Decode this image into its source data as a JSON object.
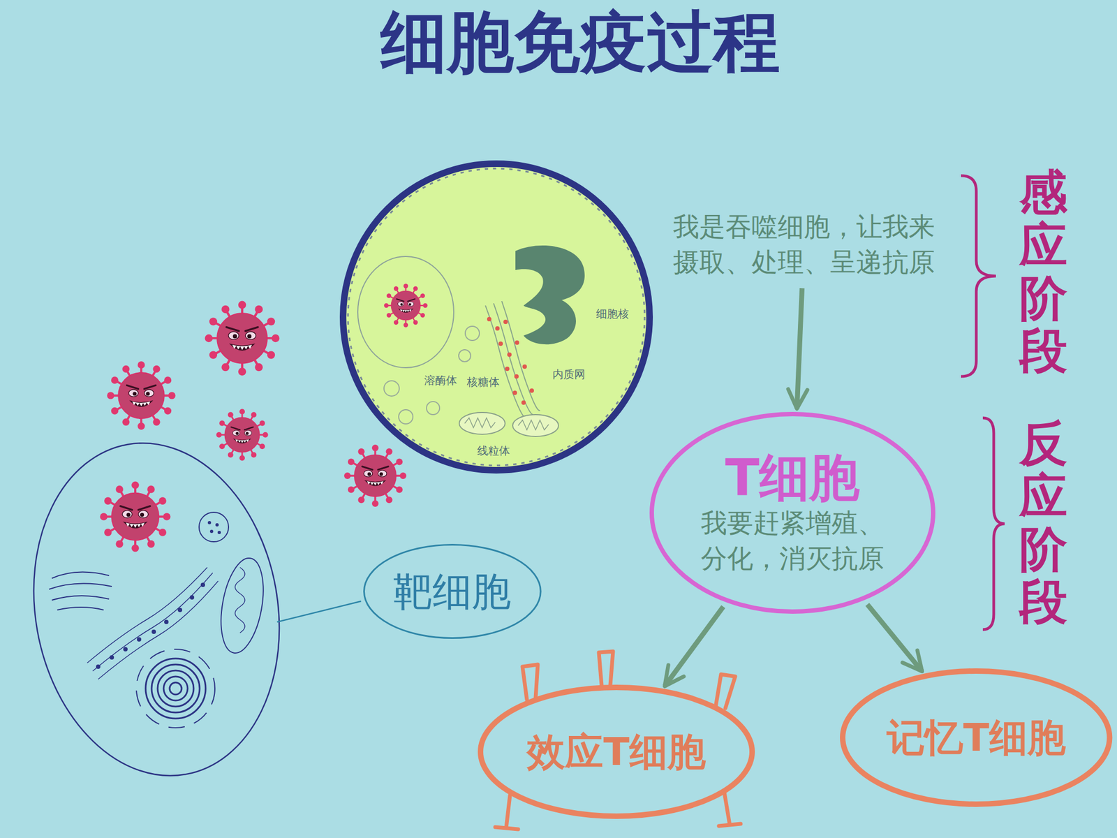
{
  "diagram": {
    "title": "细胞免疫过程",
    "nodes": [
      {
        "text": [
          "我是吞噬细胞，让我来摄取、处理、呈递抗原"
        ]
      },
      {
        "text": [
          "T细胞",
          "我要赶紧增殖、分化，消灭抗原"
        ]
      },
      {
        "text": [
          "靶细胞"
        ]
      },
      {
        "text": [
          "效应T细胞"
        ]
      },
      {
        "text": [
          "记忆T细胞"
        ]
      }
    ],
    "edges": [
      {
        "from": 0,
        "to": 1,
        "arrow": "to"
      },
      {
        "from": 1,
        "to": 3,
        "arrow": "to"
      },
      {
        "from": 1,
        "to": 4,
        "arrow": "to"
      }
    ],
    "labels": [
      "细胞核",
      "溶酶体",
      "核糖体",
      "内质网",
      "线粒体",
      "感应阶段",
      "反应阶段"
    ]
  }
}
